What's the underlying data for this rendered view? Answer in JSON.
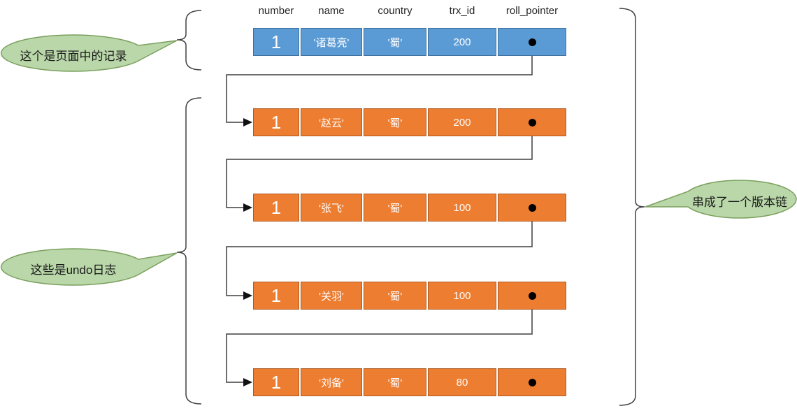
{
  "diagram": {
    "title_hint": "MySQL MVCC undo-log version chain",
    "columns": [
      "number",
      "name",
      "country",
      "trx_id",
      "roll_pointer"
    ],
    "rows": [
      {
        "kind": "page-record",
        "number": "1",
        "name": "'诸葛亮'",
        "country": "'蜀'",
        "trx_id": "200",
        "roll_pointer": "dot",
        "fill": "#5b9bd5",
        "border": "#41719c"
      },
      {
        "kind": "undo-log",
        "number": "1",
        "name": "'赵云'",
        "country": "'蜀'",
        "trx_id": "200",
        "roll_pointer": "dot",
        "fill": "#ed7d31",
        "border": "#ae5a21"
      },
      {
        "kind": "undo-log",
        "number": "1",
        "name": "'张飞'",
        "country": "'蜀'",
        "trx_id": "100",
        "roll_pointer": "dot",
        "fill": "#ed7d31",
        "border": "#ae5a21"
      },
      {
        "kind": "undo-log",
        "number": "1",
        "name": "'关羽'",
        "country": "'蜀'",
        "trx_id": "100",
        "roll_pointer": "dot",
        "fill": "#ed7d31",
        "border": "#ae5a21"
      },
      {
        "kind": "undo-log",
        "number": "1",
        "name": "'刘备'",
        "country": "'蜀'",
        "trx_id": "80",
        "roll_pointer": "dot",
        "fill": "#ed7d31",
        "border": "#ae5a21"
      }
    ],
    "callouts": [
      {
        "id": "page-record-callout",
        "text": "这个是页面中的记录"
      },
      {
        "id": "undo-log-callout",
        "text": "这些是undo日志"
      },
      {
        "id": "version-chain-callout",
        "text": "串成了一个版本链"
      }
    ],
    "colors": {
      "record_fill": "#5b9bd5",
      "record_border": "#41719c",
      "undo_fill": "#ed7d31",
      "undo_border": "#ae5a21",
      "callout_fill": "#b9d7a8",
      "callout_border": "#7ba05e",
      "connector": "#3f3f3f",
      "pointer_dot": "#000000"
    }
  }
}
